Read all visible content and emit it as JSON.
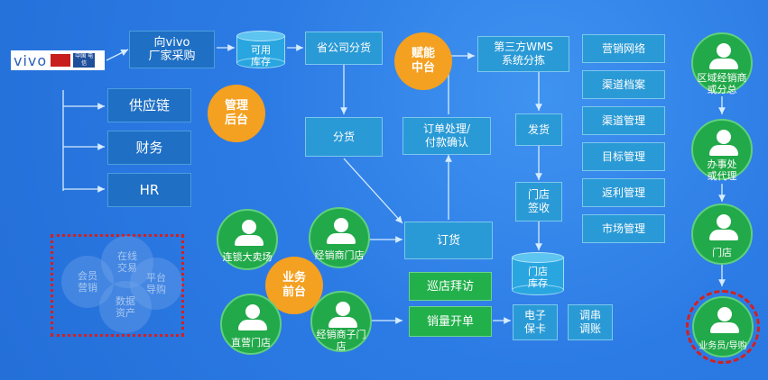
{
  "colors": {
    "background": "#2c7be5",
    "box": "#2a9ad6",
    "green": "#22b04b",
    "orange": "#f4a020",
    "red": "#d42020"
  },
  "logo": {
    "brand": "vivo",
    "badge": "中国 电信",
    "icon": "vivo-logo"
  },
  "top_flow": {
    "purchase": "向vivo\n厂家采购",
    "stock": "可用\n库存",
    "province": "省公司分货",
    "wms": "第三方WMS\n系统分拣"
  },
  "backoffice": {
    "supply": "供应链",
    "finance": "财务",
    "hr": "HR"
  },
  "hubs": {
    "mgmt": "管理\n后台",
    "enable": "赋能\n中台",
    "business": "业务\n前台"
  },
  "mid_flow": {
    "allocate": "分货",
    "order_proc": "订单处理/\n付款确认",
    "order": "订货",
    "ship": "发货",
    "store_sign": "门店\n签收",
    "store_stock": "门店\n库存"
  },
  "channel_list": [
    "营销网络",
    "渠道档案",
    "渠道管理",
    "目标管理",
    "返利管理",
    "市场管理"
  ],
  "roles": {
    "regional": "区域经销商\n或分总",
    "office": "办事处\n或代理",
    "store": "门店",
    "sales": "业务员/导购"
  },
  "front_persons": {
    "chain": "连锁大卖场",
    "dealer": "经销商门店",
    "direct": "直营门店",
    "sub_dealer": "经销商子门\n店"
  },
  "actions": {
    "visit": "巡店拜访",
    "sales_order": "销量开单",
    "warranty": "电子\n保卡",
    "transfer": "调串\n调账"
  },
  "bubbles": [
    "会员\n营销",
    "在线\n交易",
    "平台\n导购",
    "数据\n资产"
  ]
}
